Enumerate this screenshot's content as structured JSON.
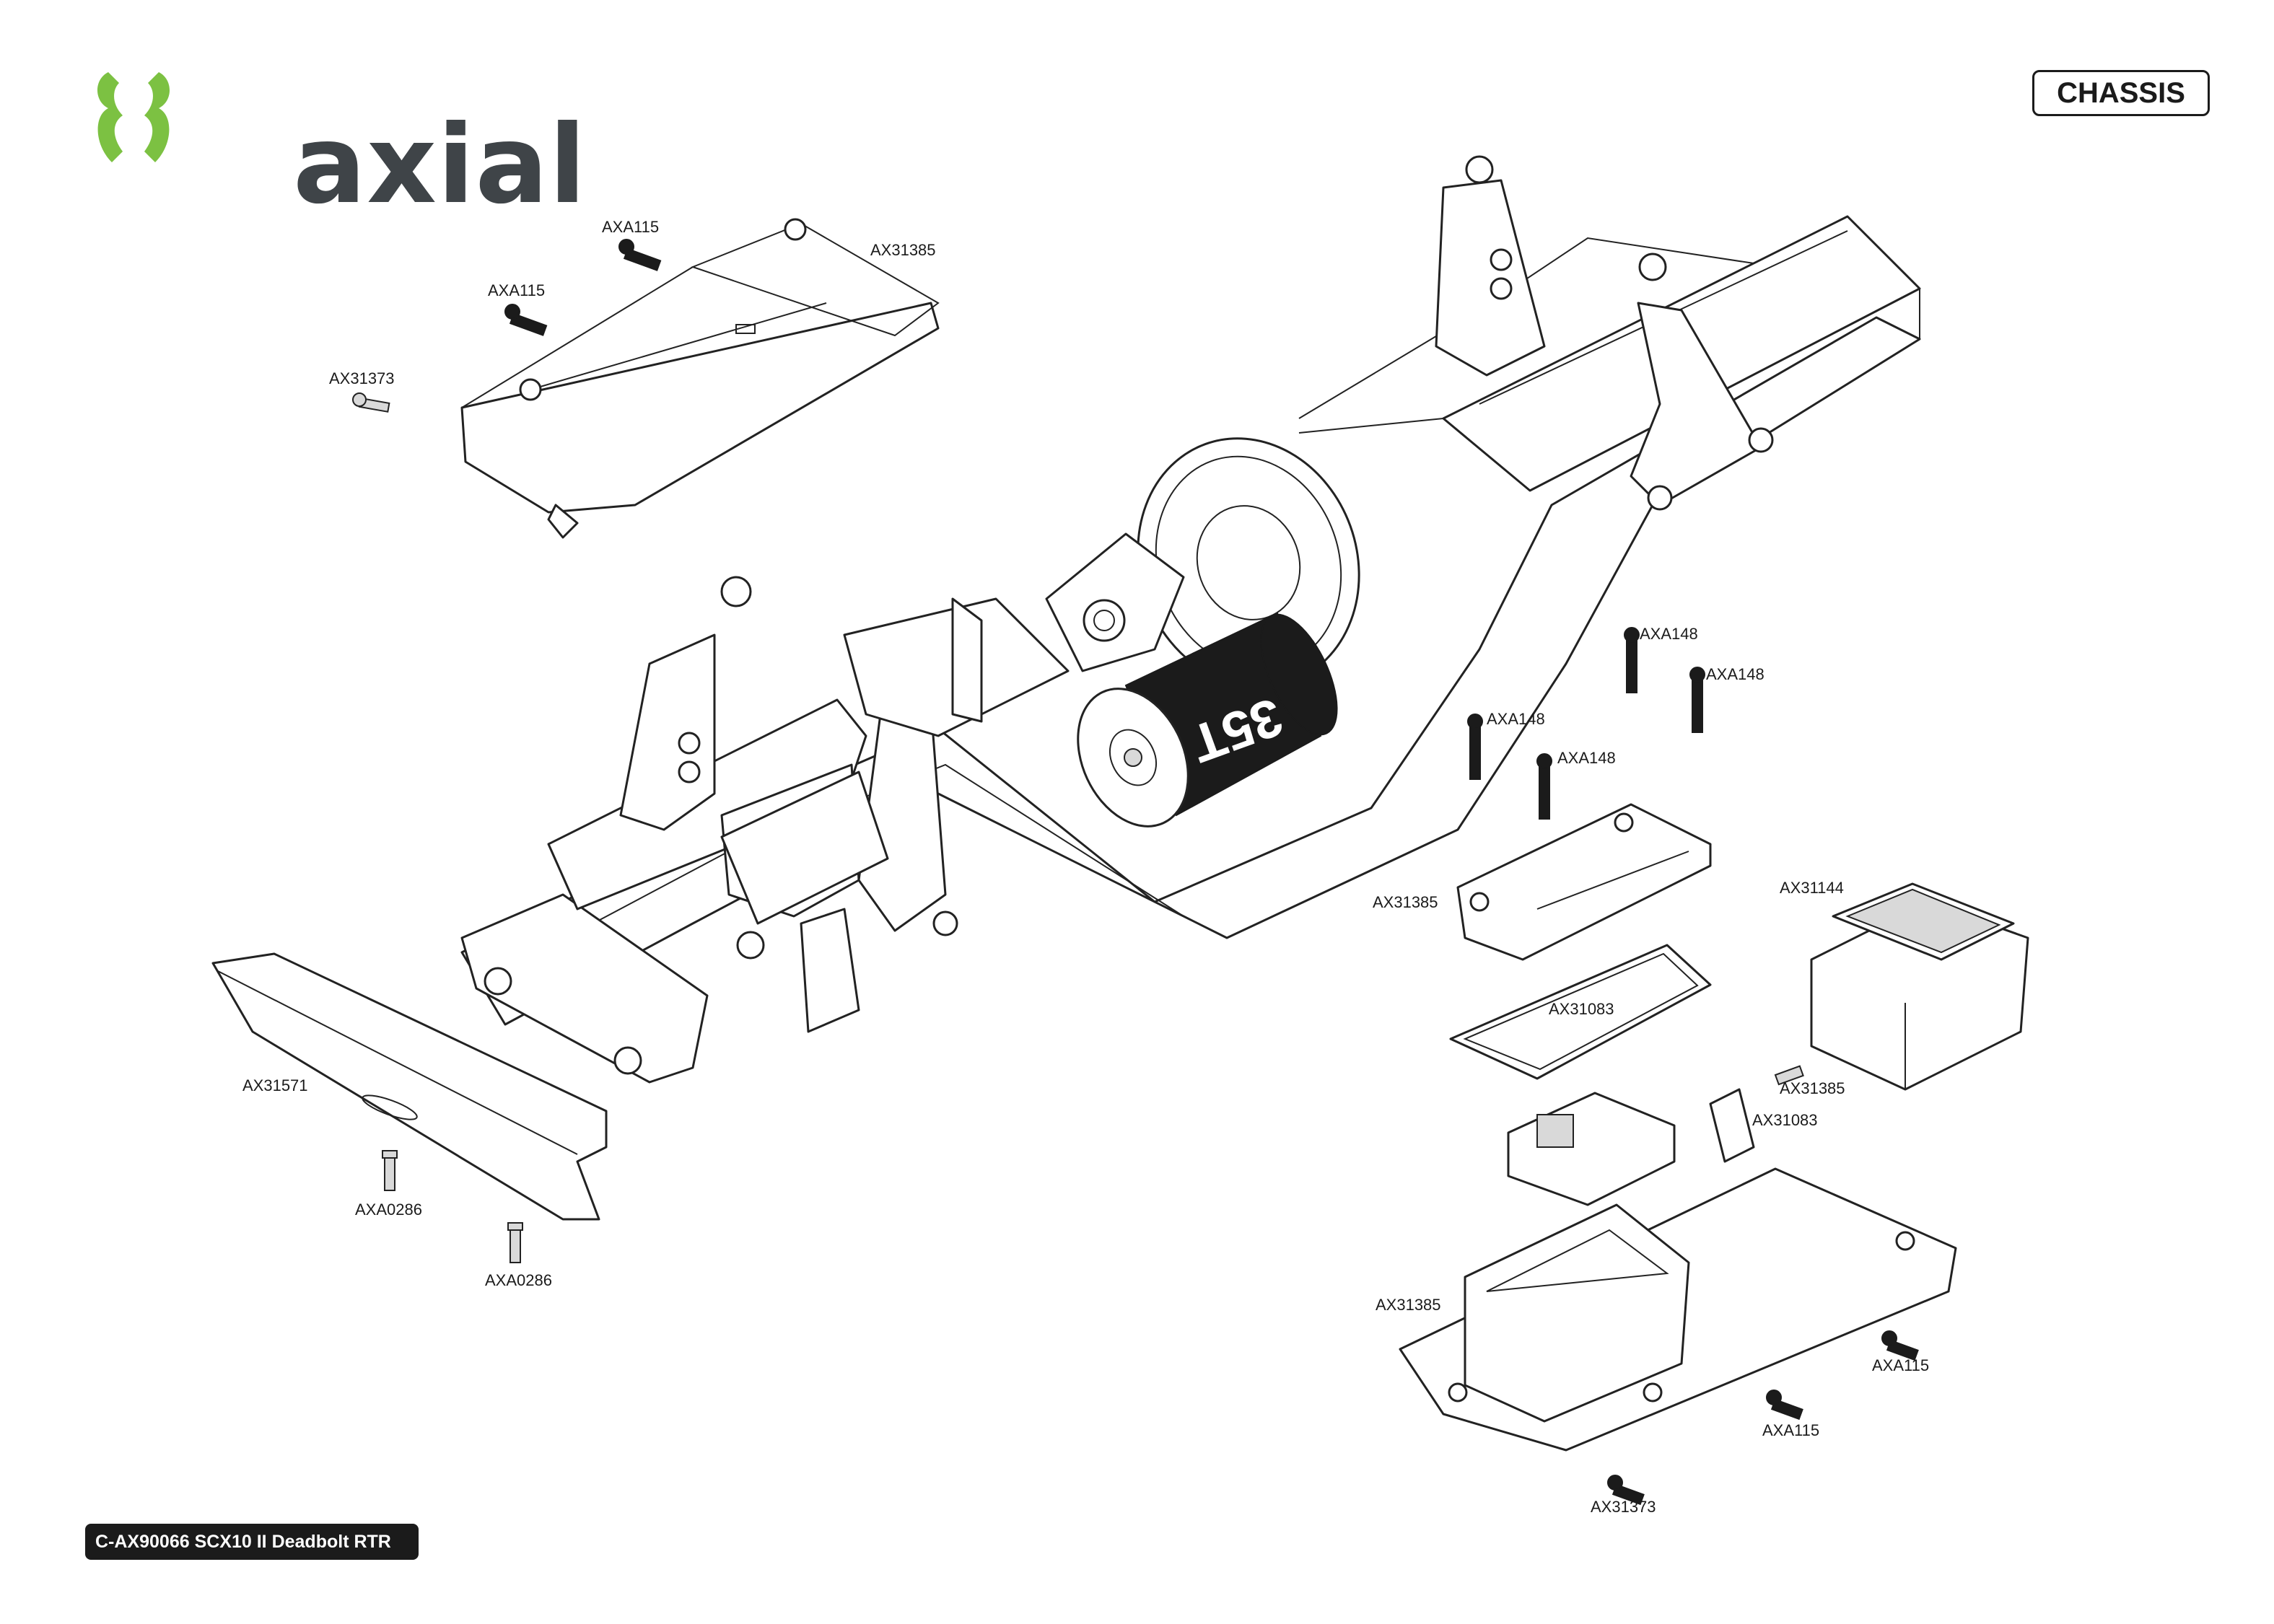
{
  "brand": {
    "logo_text": "axial",
    "logo_color": "#7cc142",
    "text_color": "#3f4448"
  },
  "section_badge": "CHASSIS",
  "footer_label": "C-AX90066 SCX10 II Deadbolt RTR",
  "motor_label": "35T",
  "part_labels": [
    "AXA115",
    "AX31385",
    "AXA115",
    "AX31373",
    "AXA148",
    "AXA148",
    "AXA148",
    "AXA148",
    "AX31385",
    "AX31144",
    "AX31083",
    "AX31385",
    "AX31083",
    "AX31571",
    "AXA0286",
    "AXA0286",
    "AX31385",
    "AXA115",
    "AXA115",
    "AX31373"
  ]
}
